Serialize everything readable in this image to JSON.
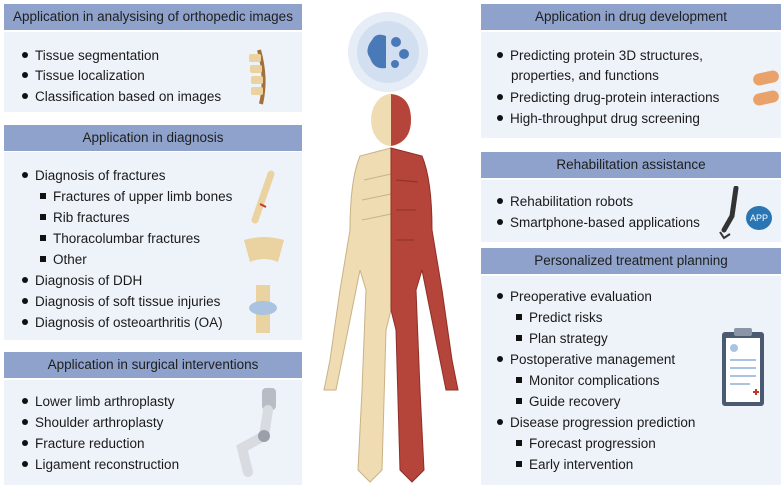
{
  "panels": {
    "imaging": {
      "title": "Application in analysising of orthopedic images",
      "items": [
        "Tissue segmentation",
        "Tissue localization",
        "Classification based on images"
      ]
    },
    "diagnosis": {
      "title": "Application in diagnosis",
      "items": [
        "Diagnosis of fractures",
        "Fractures of upper limb bones",
        "Rib fractures",
        "Thoracolumbar fractures",
        "Other",
        "Diagnosis of DDH",
        "Diagnosis of soft tissue injuries",
        "Diagnosis of osteoarthritis (OA)"
      ]
    },
    "surgery": {
      "title": "Application in surgical interventions",
      "items": [
        "Lower limb arthroplasty",
        "Shoulder arthroplasty",
        "Fracture reduction",
        "Ligament reconstruction"
      ]
    },
    "drug": {
      "title": "Application in drug development",
      "items": [
        "Predicting protein 3D structures,",
        "properties, and functions",
        "Predicting drug-protein interactions",
        "High-throughput drug screening"
      ]
    },
    "rehab": {
      "title": "Rehabilitation assistance",
      "items": [
        "Rehabilitation robots",
        "Smartphone-based applications"
      ],
      "app_label": "APP"
    },
    "personalized": {
      "title": "Personalized treatment planning",
      "items": [
        "Preoperative evaluation",
        "Predict risks",
        "Plan strategy",
        "Postoperative management",
        "Monitor complications",
        "Guide recovery",
        "Disease progression prediction",
        "Forecast progression",
        "Early intervention"
      ]
    }
  },
  "colors": {
    "header": "#8fa2cb",
    "panel": "#eef2f9",
    "bone": "#f0dcb0",
    "muscle": "#b5443a"
  }
}
